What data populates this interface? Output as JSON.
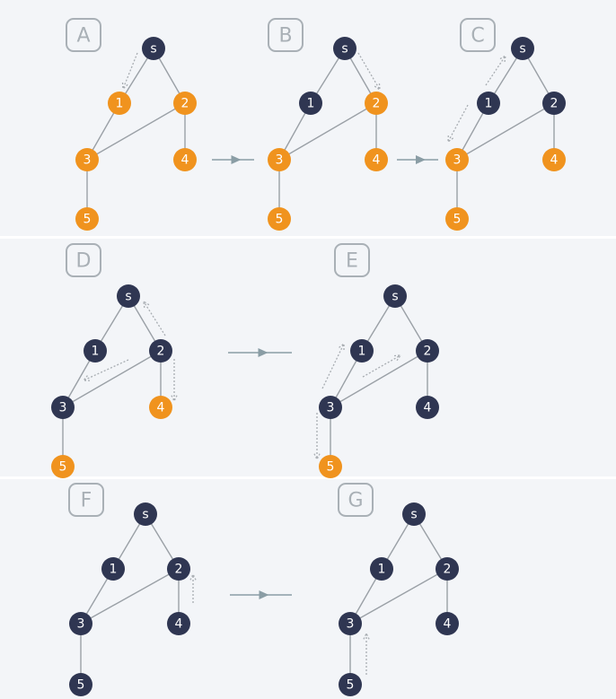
{
  "colors": {
    "visited": "#2f3652",
    "unvisited": "#f0931e",
    "edge": "#9aa0a6",
    "panel_border": "#a9b0b6",
    "arrow": "#8a9da5",
    "background": "#f3f5f8"
  },
  "node_labels": {
    "s": "s",
    "n1": "1",
    "n2": "2",
    "n3": "3",
    "n4": "4",
    "n5": "5"
  },
  "edges": [
    [
      "s",
      "n1"
    ],
    [
      "s",
      "n2"
    ],
    [
      "n1",
      "n3"
    ],
    [
      "n2",
      "n3"
    ],
    [
      "n2",
      "n4"
    ],
    [
      "n3",
      "n5"
    ]
  ],
  "panels": [
    {
      "id": "A",
      "label": "A",
      "visited": [
        "s"
      ]
    },
    {
      "id": "B",
      "label": "B",
      "visited": [
        "s",
        "n1"
      ]
    },
    {
      "id": "C",
      "label": "C",
      "visited": [
        "s",
        "n1",
        "n2"
      ]
    },
    {
      "id": "D",
      "label": "D",
      "visited": [
        "s",
        "n1",
        "n2",
        "n3"
      ]
    },
    {
      "id": "E",
      "label": "E",
      "visited": [
        "s",
        "n1",
        "n2",
        "n3",
        "n4"
      ]
    },
    {
      "id": "F",
      "label": "F",
      "visited": [
        "s",
        "n1",
        "n2",
        "n3",
        "n4",
        "n5"
      ]
    },
    {
      "id": "G",
      "label": "G",
      "visited": [
        "s",
        "n1",
        "n2",
        "n3",
        "n4",
        "n5"
      ]
    }
  ]
}
